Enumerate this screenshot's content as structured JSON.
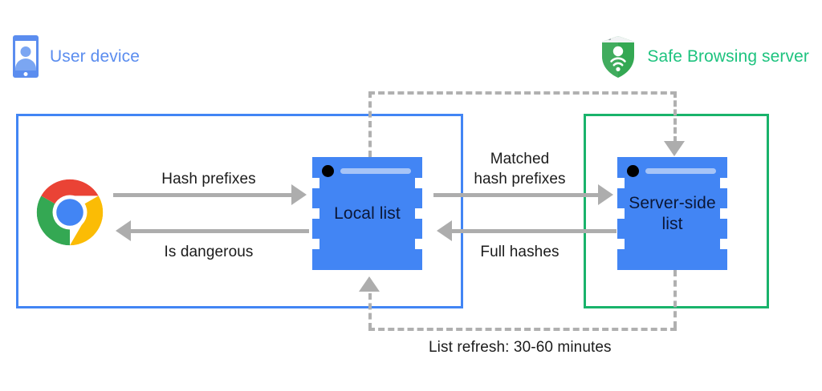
{
  "diagram": {
    "title": "Google Safe Browsing hash prefix lookup flow",
    "colors": {
      "user_blue": "#4285f4",
      "legend_blue": "#5b8def",
      "server_green": "#19b36b",
      "legend_green": "#1ec37f",
      "chip_blue": "#4285f4",
      "chip_bar": "#a6c4f7",
      "arrow_gray": "#adadad",
      "dashed_gray": "#b0b0b0",
      "text_dark": "#1b1b1b"
    }
  },
  "legend": {
    "user": {
      "label": "User device",
      "icon": "phone-user-icon"
    },
    "server": {
      "label": "Safe Browsing server",
      "icon": "safe-browsing-shield-icon"
    }
  },
  "zones": {
    "user": {
      "name": "User device zone"
    },
    "server": {
      "name": "Safe Browsing server zone"
    }
  },
  "nodes": {
    "browser": {
      "label": "Chrome browser",
      "icon": "chrome-logo-icon"
    },
    "local_list": {
      "label": "Local list"
    },
    "server_list": {
      "label": "Server-side\nlist"
    }
  },
  "flows": [
    {
      "id": "hash-prefixes",
      "label": "Hash prefixes",
      "direction": "right",
      "from": "browser",
      "to": "local_list"
    },
    {
      "id": "is-dangerous",
      "label": "Is dangerous",
      "direction": "left",
      "from": "local_list",
      "to": "browser"
    },
    {
      "id": "matched-hash-prefixes",
      "label": "Matched\nhash prefixes",
      "direction": "right",
      "from": "local_list",
      "to": "server_list"
    },
    {
      "id": "full-hashes",
      "label": "Full hashes",
      "direction": "left",
      "from": "server_list",
      "to": "local_list"
    }
  ],
  "refresh": {
    "caption": "List refresh: 30-60 minutes",
    "top_path_direction": "down-into-server-list",
    "bottom_path_direction": "up-into-local-list"
  }
}
